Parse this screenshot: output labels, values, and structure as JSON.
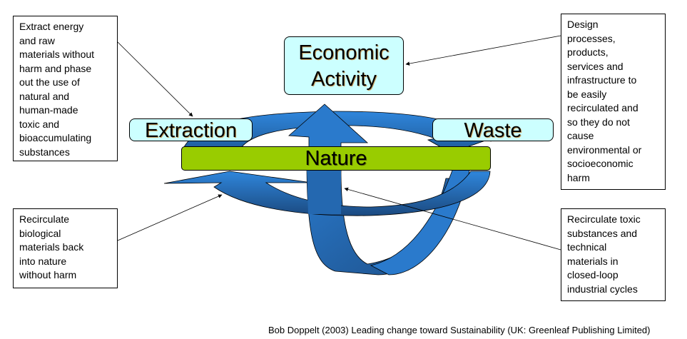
{
  "diagram": {
    "central_nodes": {
      "economic_activity": "Economic\nActivity",
      "extraction": "Extraction",
      "waste": "Waste",
      "nature": "Nature"
    },
    "notes": {
      "top_left": "Extract energy\nand raw\nmaterials without\nharm and phase\nout the use of\nnatural and\nhuman-made\ntoxic and\nbioaccumulating\nsubstances",
      "top_right": "Design\nprocesses,\nproducts,\nservices and\ninfrastructure to\nbe easily\nrecirculated and\nso they do not\ncause\nenvironmental or\nsocioeconomic\nharm",
      "bottom_left": "Recirculate\nbiological\nmaterials back\ninto nature\nwithout harm",
      "bottom_right": "Recirculate toxic\nsubstances and\ntechnical\nmaterials in\nclosed-loop\nindustrial cycles"
    },
    "citation": "Bob Doppelt (2003) Leading change toward Sustainability (UK: Greenleaf Publishing Limited)",
    "colors": {
      "node_fill": "#ccffff",
      "nature_fill": "#99cc00",
      "arrow_blue": "#2a7acc",
      "arrow_dark": "#1c4f86"
    }
  }
}
